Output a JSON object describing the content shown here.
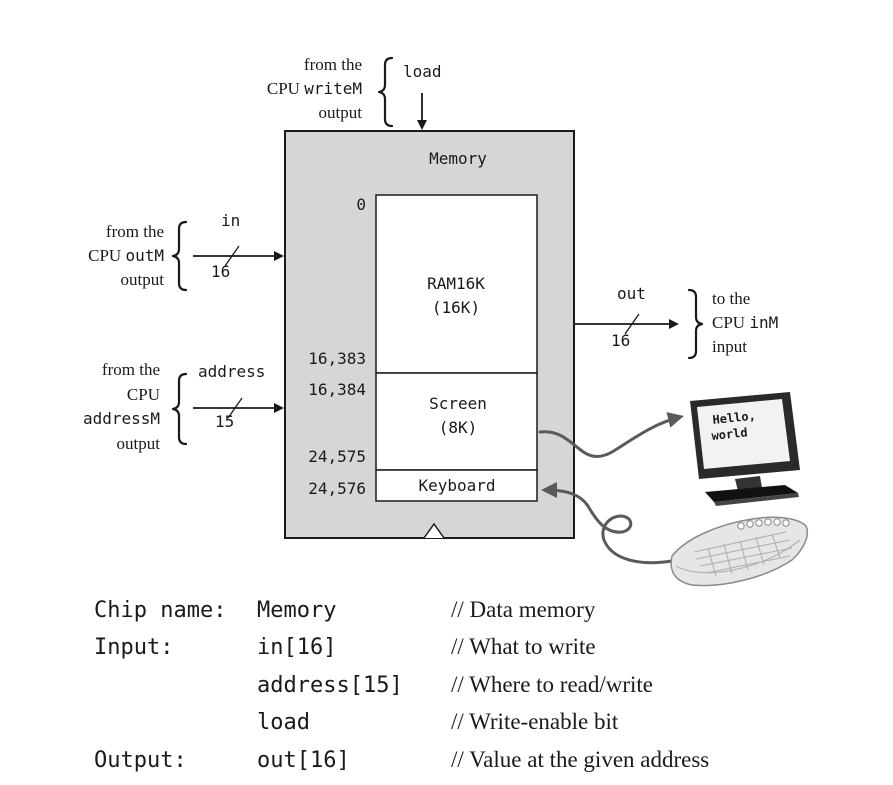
{
  "chip": {
    "title": "Memory",
    "regions": {
      "ram": {
        "name": "RAM16K",
        "size": "(16K)"
      },
      "screen": {
        "name": "Screen",
        "size": "(8K)"
      },
      "keyboard": {
        "name": "Keyboard"
      }
    },
    "addresses": {
      "a0": "0",
      "a16383": "16,383",
      "a16384": "16,384",
      "a24575": "24,575",
      "a24576": "24,576"
    }
  },
  "pins": {
    "load": {
      "name": "load",
      "source": {
        "line1": "from the",
        "line2_prefix": "CPU ",
        "line2_code": "writeM",
        "line3": "output"
      }
    },
    "in": {
      "name": "in",
      "width": "16",
      "source": {
        "line1": "from the",
        "line2_prefix": "CPU ",
        "line2_code": "outM",
        "line3": "output"
      }
    },
    "address": {
      "name": "address",
      "width": "15",
      "source": {
        "line1": "from the",
        "line2": "CPU",
        "line3_code": "addressM",
        "line4": "output"
      }
    },
    "out": {
      "name": "out",
      "width": "16",
      "dest": {
        "line1": "to the",
        "line2_prefix": "CPU ",
        "line2_code": "inM",
        "line3": "input"
      }
    }
  },
  "monitor": {
    "line1": "Hello,",
    "line2": "world"
  },
  "spec": {
    "chip_label": "Chip name:",
    "chip_value": "Memory",
    "chip_comment": "// Data memory",
    "input_label": "Input:",
    "input_rows": [
      {
        "value": "in[16]",
        "comment": "// What to write"
      },
      {
        "value": "address[15]",
        "comment": "// Where to read/write"
      },
      {
        "value": "load",
        "comment": "// Write-enable bit"
      }
    ],
    "output_label": "Output:",
    "output_value": "out[16]",
    "output_comment": "// Value at the given address"
  },
  "colors": {
    "chip_fill": "#d6d6d6",
    "wire": "#5a5a5a"
  }
}
